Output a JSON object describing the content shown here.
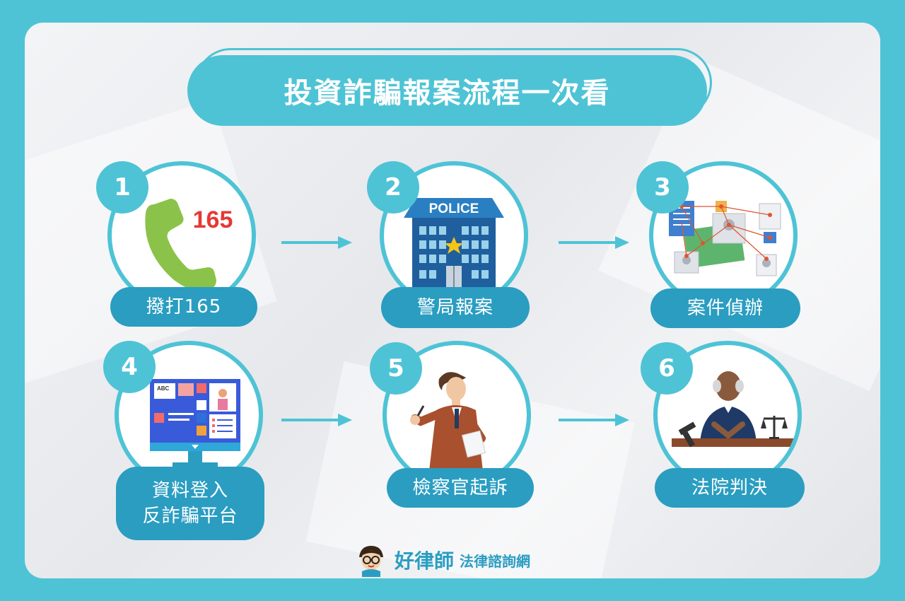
{
  "title": "投資詐騙報案流程一次看",
  "steps": [
    {
      "number": "1",
      "label": "撥打165",
      "icon": "phone-icon",
      "icon_text": "165"
    },
    {
      "number": "2",
      "label": "警局報案",
      "icon": "police-station-icon",
      "icon_text": "POLICE"
    },
    {
      "number": "3",
      "label": "案件偵辦",
      "icon": "evidence-board-icon"
    },
    {
      "number": "4",
      "label_line1": "資料登入",
      "label_line2": "反詐騙平台",
      "icon": "computer-monitor-icon",
      "icon_text": "ABC"
    },
    {
      "number": "5",
      "label": "檢察官起訴",
      "icon": "prosecutor-icon"
    },
    {
      "number": "6",
      "label": "法院判決",
      "icon": "judge-icon"
    }
  ],
  "brand": {
    "name": "好律師",
    "subtitle": "法律諮詢網",
    "icon": "lawyer-mascot-icon"
  },
  "colors": {
    "background": "#4ec3d6",
    "accent_dark": "#2a9dc1",
    "phone_green": "#8bc34a",
    "hotline_red": "#e53935"
  }
}
